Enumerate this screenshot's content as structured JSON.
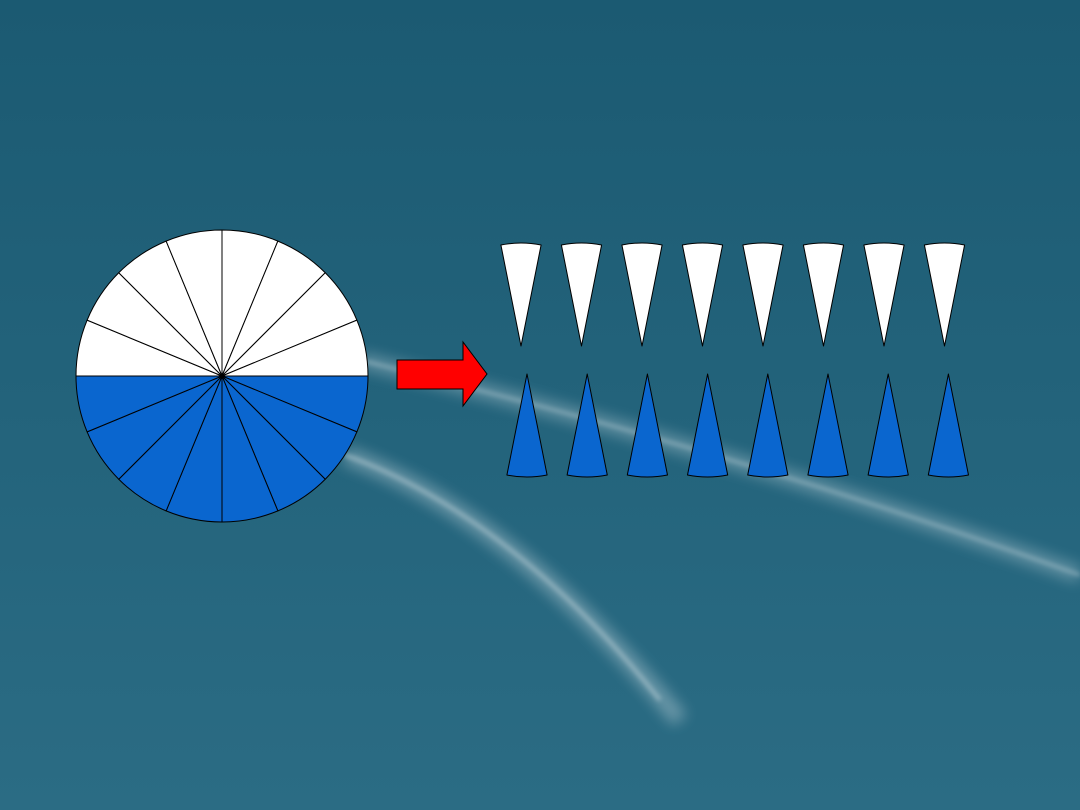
{
  "colors": {
    "background_top": "#1b5a72",
    "background_bottom": "#2b6c84",
    "sector_white": "#ffffff",
    "sector_blue": "#0a66cf",
    "stroke": "#000000",
    "arrow": "#ff0000"
  },
  "diagram": {
    "type": "circle-sector-rearrangement",
    "circle_sectors": 16,
    "white_sectors": 8,
    "blue_sectors": 8,
    "rearranged_white_count": 8,
    "rearranged_blue_count": 8,
    "white_orientation": "point-down",
    "blue_orientation": "point-up",
    "arrow_direction": "right",
    "arrow_icon": "right-arrow-icon"
  }
}
